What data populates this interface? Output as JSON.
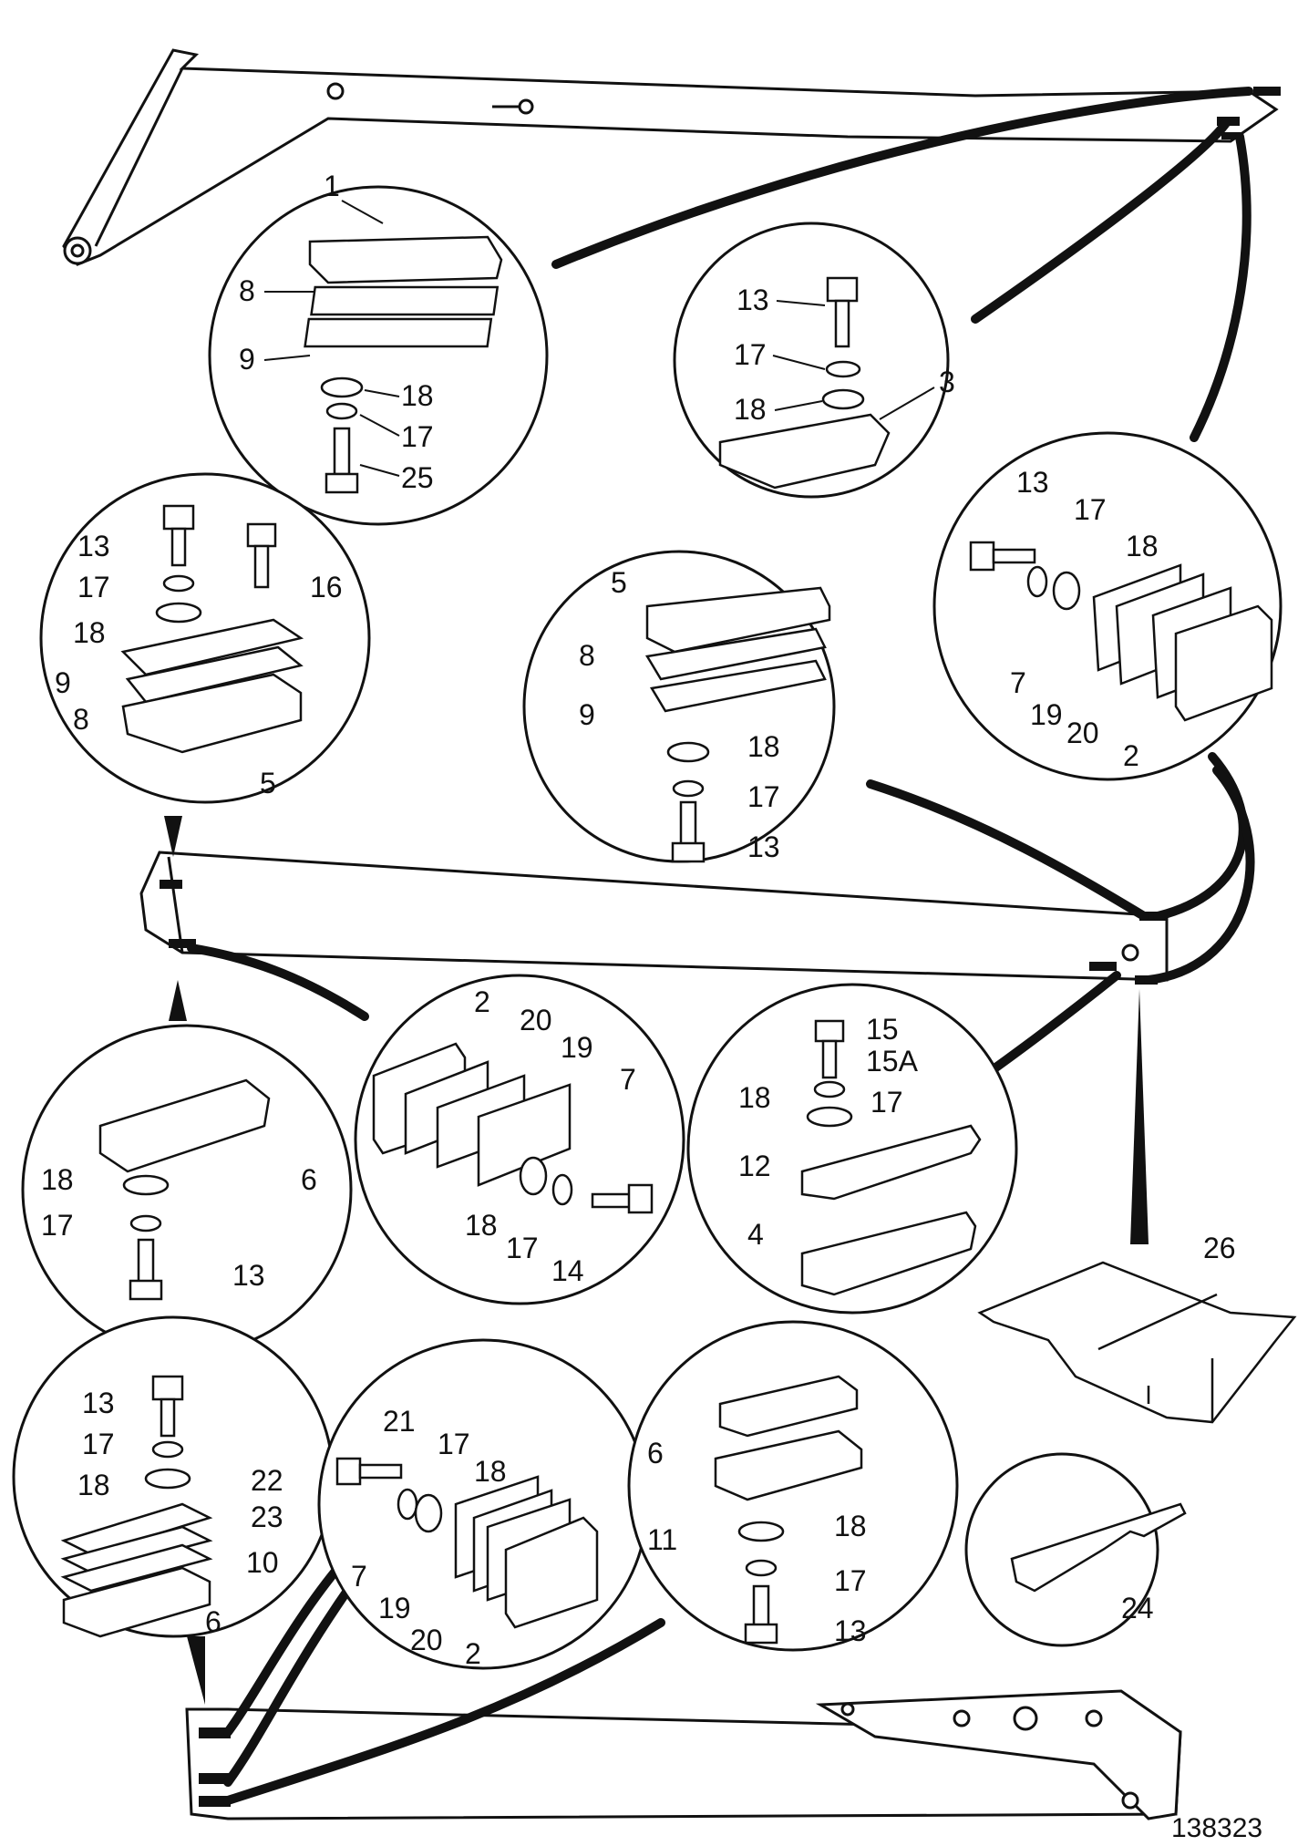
{
  "drawing": {
    "reference_number": "138323",
    "callouts": {
      "c1_1": "1",
      "c1_8": "8",
      "c1_9": "9",
      "c1_18": "18",
      "c1_17": "17",
      "c1_25": "25",
      "c2_13": "13",
      "c2_17": "17",
      "c2_18": "18",
      "c2_3": "3",
      "c3_13": "13",
      "c3_17": "17",
      "c3_18": "18",
      "c3_7": "7",
      "c3_19": "19",
      "c3_20": "20",
      "c3_2": "2",
      "c4_13": "13",
      "c4_16": "16",
      "c4_17": "17",
      "c4_18": "18",
      "c4_9": "9",
      "c4_8": "8",
      "c4_5": "5",
      "c5_5": "5",
      "c5_8": "8",
      "c5_9": "9",
      "c5_18": "18",
      "c5_17": "17",
      "c5_13": "13",
      "c6_6": "6",
      "c6_18": "18",
      "c6_17": "17",
      "c6_13": "13",
      "c7_2": "2",
      "c7_20": "20",
      "c7_19": "19",
      "c7_7": "7",
      "c7_18": "18",
      "c7_17": "17",
      "c7_14": "14",
      "c8_15": "15",
      "c8_15A": "15A",
      "c8_18": "18",
      "c8_17": "17",
      "c8_12": "12",
      "c8_4": "4",
      "c9_26": "26",
      "c10_13": "13",
      "c10_17": "17",
      "c10_18": "18",
      "c10_22": "22",
      "c10_23": "23",
      "c10_10": "10",
      "c10_6": "6",
      "c11_21": "21",
      "c11_17": "17",
      "c11_18": "18",
      "c11_7": "7",
      "c11_19": "19",
      "c11_20": "20",
      "c11_2": "2",
      "c12_6": "6",
      "c12_11": "11",
      "c12_18": "18",
      "c12_17": "17",
      "c12_13": "13",
      "c13_24": "24"
    }
  }
}
